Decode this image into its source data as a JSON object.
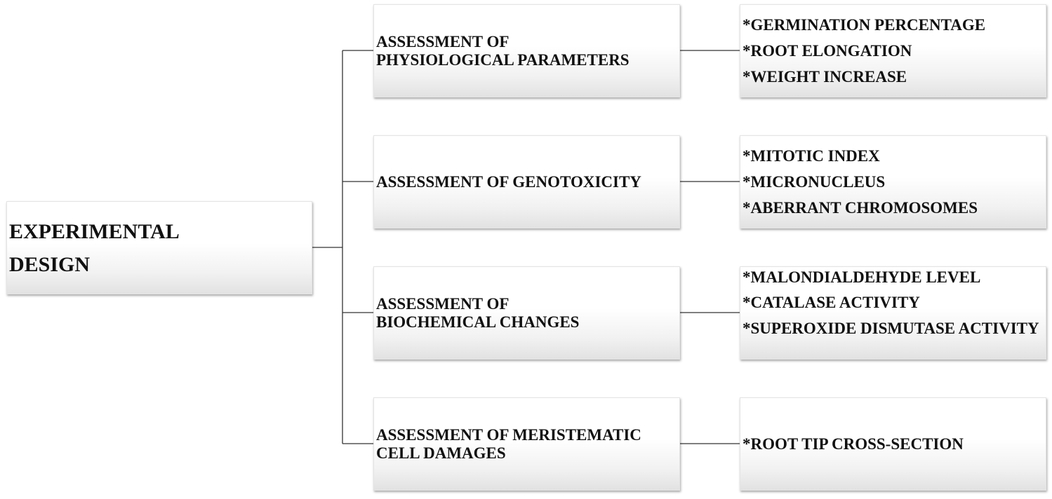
{
  "root": {
    "lines": [
      "EXPERIMENTAL",
      "DESIGN"
    ]
  },
  "branches": [
    {
      "category_lines": [
        "ASSESSMENT OF",
        "PHYSIOLOGICAL PARAMETERS"
      ],
      "items": [
        "*GERMINATION PERCENTAGE",
        "*ROOT ELONGATION",
        "*WEIGHT INCREASE"
      ]
    },
    {
      "category_lines": [
        "ASSESSMENT OF GENOTOXICITY"
      ],
      "items": [
        "*MITOTIC INDEX",
        "*MICRONUCLEUS",
        "*ABERRANT CHROMOSOMES"
      ]
    },
    {
      "category_lines": [
        "ASSESSMENT OF",
        "BIOCHEMICAL CHANGES"
      ],
      "items": [
        "*MALONDIALDEHYDE LEVEL",
        "*CATALASE ACTIVITY",
        "*SUPEROXIDE DISMUTASE ACTIVITY"
      ]
    },
    {
      "category_lines": [
        "ASSESSMENT OF MERISTEMATIC",
        "CELL DAMAGES"
      ],
      "items": [
        "*ROOT TIP CROSS-SECTION"
      ]
    }
  ],
  "colors": {
    "connector": "#333333",
    "text": "#111111"
  }
}
